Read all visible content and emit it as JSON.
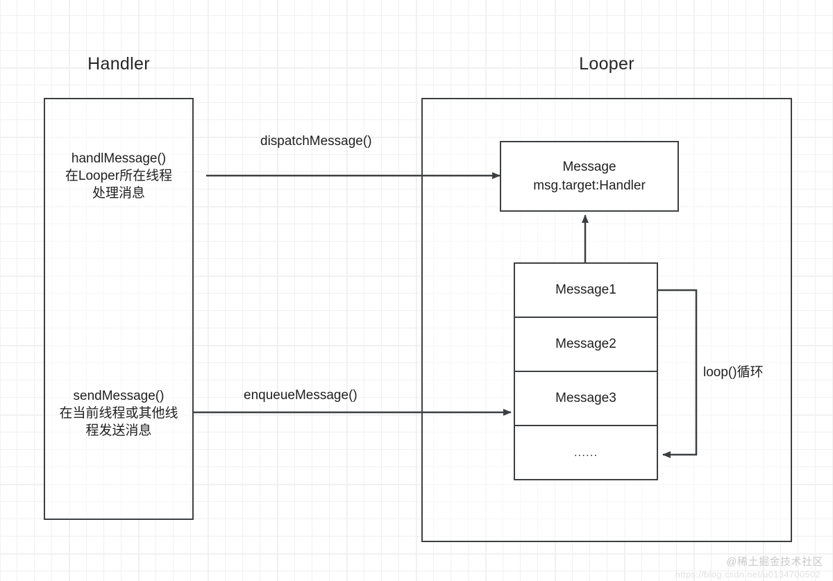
{
  "diagram": {
    "title_handler": "Handler",
    "title_looper": "Looper",
    "handler": {
      "text_top": "handlMessage()\n在Looper所在线程\n处理消息",
      "text_bottom": "sendMessage()\n在当前线程或其他线\n程发送消息"
    },
    "message_box": {
      "line1": "Message",
      "line2": "msg.target:Handler"
    },
    "queue": {
      "rows": [
        {
          "label": "Message1"
        },
        {
          "label": "Message2"
        },
        {
          "label": "Message3"
        },
        {
          "label": "......"
        }
      ]
    },
    "edges": {
      "dispatch_label": "dispatchMessage()",
      "enqueue_label": "enqueueMessage()",
      "loop_label": "loop()循环"
    },
    "watermark": {
      "text": "@稀土掘金技术社区",
      "url": "https://blog.csdn.net/u0134700502"
    },
    "colors": {
      "stroke": "#3c3f41",
      "text": "#1f1f1f",
      "grid_minor": "#f0f0f0",
      "grid_major": "#e6e6e6",
      "background": "#ffffff",
      "watermark": "#c9c9c9"
    }
  }
}
